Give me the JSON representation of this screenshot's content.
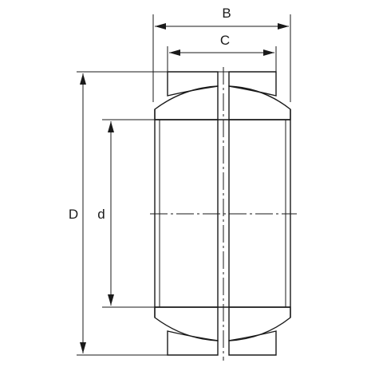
{
  "diagram": {
    "labels": {
      "overall_width": "B",
      "outer_ring_width": "C",
      "outer_diameter": "D",
      "bore_diameter": "d"
    }
  }
}
